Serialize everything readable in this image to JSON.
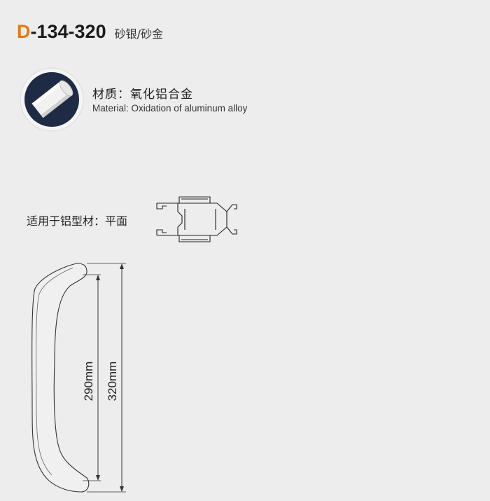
{
  "product": {
    "code_prefix": "D",
    "code_rest": "-134-320",
    "finish": "砂银/砂金"
  },
  "material": {
    "icon": "aluminum-tube-icon",
    "label_zh": "材质：氧化铝合金",
    "label_en": "Material: Oxidation of aluminum alloy"
  },
  "profile": {
    "label": "适用于铝型材：平面",
    "icon": "aluminum-profile-cross-section"
  },
  "dimensions": {
    "inner": "290mm",
    "outer": "320mm"
  },
  "colors": {
    "accent": "#e07a1a",
    "icon_dark": "#1f2a44"
  }
}
